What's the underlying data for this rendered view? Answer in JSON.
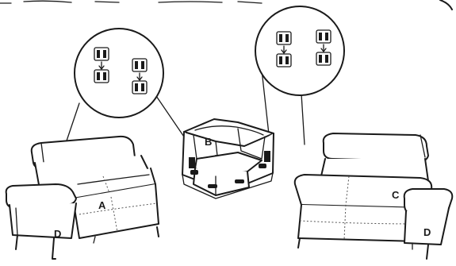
{
  "labels": {
    "module_a": "A",
    "module_b": "B",
    "module_c": "C",
    "module_d_left": "D",
    "module_d_right": "D"
  }
}
